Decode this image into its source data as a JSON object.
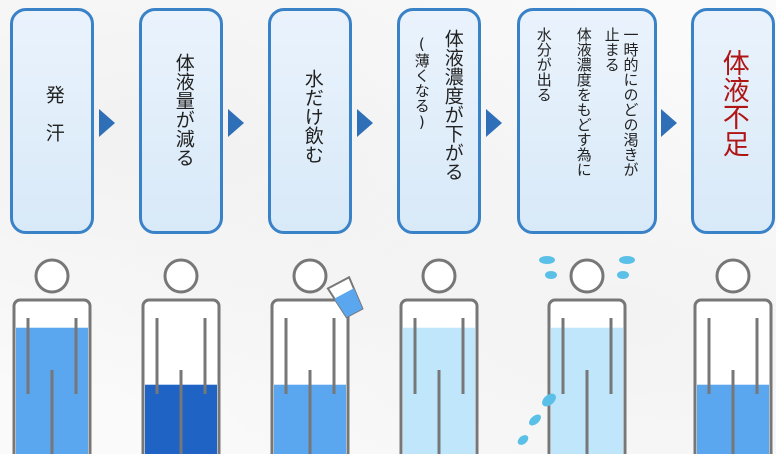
{
  "steps": [
    {
      "id": "sweat",
      "main": "発　汗",
      "sub": ""
    },
    {
      "id": "volume-down",
      "main": "体液量が減る",
      "sub": ""
    },
    {
      "id": "drink",
      "main": "水だけ飲む",
      "sub": ""
    },
    {
      "id": "dilute",
      "main": "体液濃度が下がる",
      "sub": "(薄くなる)"
    },
    {
      "id": "restore",
      "main": "体液濃度をもどす為に",
      "sub_right": "一時的にのどの渇きが\n止まる",
      "sub_left": "水分が出る"
    },
    {
      "id": "shortage",
      "main": "体液不足",
      "sub": ""
    }
  ],
  "colors": {
    "box_border": "#3a82c8",
    "arrow": "#2f6fb8",
    "water_mid": "#5aa7ef",
    "water_dark": "#1f63c5",
    "water_light": "#bfe6fb",
    "drop": "#5bc0e8",
    "highlight_text": "#b01515"
  },
  "figures": [
    {
      "name": "figure-sweat",
      "water_level": 0.82,
      "water_color": "water_mid"
    },
    {
      "name": "figure-volume-down",
      "water_level": 0.45,
      "water_color": "water_dark"
    },
    {
      "name": "figure-drink",
      "water_level": 0.45,
      "water_color": "water_mid",
      "icon": "water-glass-icon"
    },
    {
      "name": "figure-dilute",
      "water_level": 0.82,
      "water_color": "water_light"
    },
    {
      "name": "figure-restore",
      "water_level": 0.82,
      "water_color": "water_light",
      "icon": "sweat-drops-icon"
    },
    {
      "name": "figure-shortage",
      "water_level": 0.45,
      "water_color": "water_mid"
    }
  ]
}
